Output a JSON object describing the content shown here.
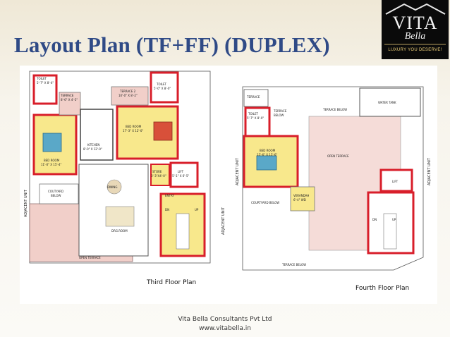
{
  "slide": {
    "title": "Layout Plan (TF+FF) (DUPLEX)",
    "footer_line1": "Vita Bella Consultants Pvt Ltd",
    "footer_line2": "www.vitabella.in"
  },
  "logo": {
    "word1": "VITA",
    "word2": "Bella",
    "tagline": "LUXURY YOU DESERVE!"
  },
  "third_floor": {
    "caption": "Third Floor Plan",
    "labels": {
      "toilet1": "TOILET",
      "toilet1_dim": "5'-7\" X 8'-4\"",
      "terrace1": "TERRACE",
      "terrace1_dim": "8'-6\" X 4'-5\"",
      "bedroom1": "BED ROOM",
      "bedroom1_dim": "11'-0\" X 15'-4\"",
      "kitchen": "KITCHEN",
      "kitchen_dim": "8'-0\" X 12'-0\"",
      "terrace2": "TERRACE 2",
      "terrace2_dim": "10'-0\" X 8'-2\"",
      "toilet2": "TOILET",
      "toilet2_dim": "5'-0\" X 8'-0\"",
      "bedroom2": "BED ROOM",
      "bedroom2_dim": "17'-3\" X 12'-0\"",
      "dining": "DINING",
      "store": "STORE",
      "store_dim": "3'-3\"X4'-0\"",
      "lift": "LIFT",
      "lift_dim": "5'-1\" X 6'-5\"",
      "entry": "ENTRY",
      "courtyard": "COUTYARD",
      "courtyard2": "BELOW",
      "drg_room": "DRG.ROOM",
      "open_terrace": "OPEN TERRACE",
      "dn": "DN",
      "up": "UP",
      "adjacent_left": "ADJACENT UNIT",
      "adjacent_right": "ADJACENT UNIT"
    }
  },
  "fourth_floor": {
    "caption": "Fourth Floor Plan",
    "labels": {
      "terrace": "TERRACE",
      "toilet": "TOILET",
      "toilet_dim": "5'-7\" X 8'-0\"",
      "terrace_below_small": "TERRACE",
      "terrace_below_small2": "BELOW",
      "terrace_below_top": "TERRACE BELOW",
      "water_tank": "WATER TANK",
      "bedroom": "BED ROOM",
      "bedroom_dim": "15'-6\" X 15'-6\"",
      "open_terrace": "OPEN TERRACE",
      "courtyard_below": "COURTYARD BELOW",
      "verandah": "VERANDAH",
      "verandah_dim": "6'-4\" WD",
      "lift": "LIFT",
      "dn": "DN",
      "up": "UP",
      "terrace_below_bottom": "TERRACE BELOW",
      "adjacent_left": "ADJACENT UNIT",
      "adjacent_right": "ADJACENT UNIT"
    }
  },
  "colors": {
    "title_blue": "#2f4a86",
    "wall_red": "#d81e2a",
    "room_yellow": "#f8e88c",
    "terrace_pink": "#f1cfc9",
    "logo_black": "#0a0a0a",
    "logo_gold": "#f0d27a"
  }
}
